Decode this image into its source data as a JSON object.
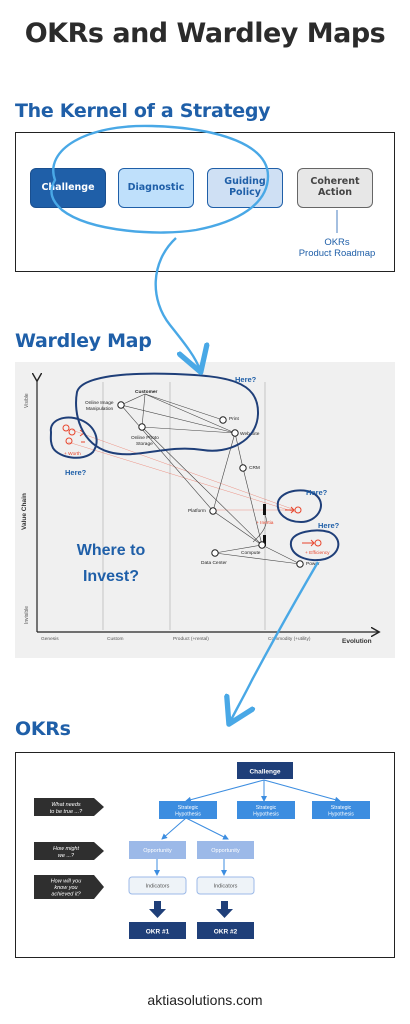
{
  "main_title": "OKRs and Wardley Maps",
  "kernel": {
    "section_title": "The Kernel of a Strategy",
    "challenge": "Challenge",
    "diagnostic": "Diagnostic",
    "guiding_line1": "Guiding",
    "guiding_line2": "Policy",
    "coherent_line1": "Coherent",
    "coherent_line2": "Action",
    "note_line1": "OKRs",
    "note_line2": "Product Roadmap"
  },
  "wardley": {
    "section_title": "Wardley Map",
    "y_axis": "Value Chain",
    "y_top": "Visible",
    "y_bottom": "Invisible",
    "x_axis": "Evolution",
    "stages": [
      "Genesis",
      "Custom",
      "Product (+rental)",
      "Commodity (+utility)"
    ],
    "nodes": {
      "customer": "Customer",
      "online_image_line1": "Online Image",
      "online_image_line2": "Manipulation",
      "online_photo_line1": "Online Photo",
      "online_photo_line2": "Storage",
      "print": "Print",
      "web_site": "Web Site",
      "crm": "CRM",
      "platform": "Platform",
      "compute": "Compute",
      "data_center": "Data Center",
      "power": "Power"
    },
    "tags": {
      "worth": "+ Worth",
      "inertia": "+ Inertia",
      "efficiency": "+ Efficiency"
    },
    "here_labels": [
      "Here?",
      "Here?",
      "Here?",
      "Here?"
    ],
    "invest_line1": "Where to",
    "invest_line2": "Invest?"
  },
  "okrs": {
    "section_title": "OKRs",
    "challenge": "Challenge",
    "hypothesis_line1": "Strategic",
    "hypothesis_line2": "Hypothesis",
    "opportunity": "Opportunity",
    "indicators": "Indicators",
    "okr1": "OKR #1",
    "okr2": "OKR #2",
    "q1_line1": "What needs",
    "q1_line2": "to be true ...?",
    "q2_line1": "How might",
    "q2_line2": "we ...?",
    "q3_line1": "How will you",
    "q3_line2": "know you",
    "q3_line3": "achieved it?"
  },
  "footer": "aktiasolutions.com",
  "colors": {
    "brand_blue": "#1f5fa8",
    "annotation_blue": "#49a8e6",
    "light_blue": "#bfe0fb",
    "red": "#e8452c",
    "navy": "#1f3f79",
    "hyp_blue": "#3c8de0",
    "opp_blue": "#9cb9e8"
  }
}
